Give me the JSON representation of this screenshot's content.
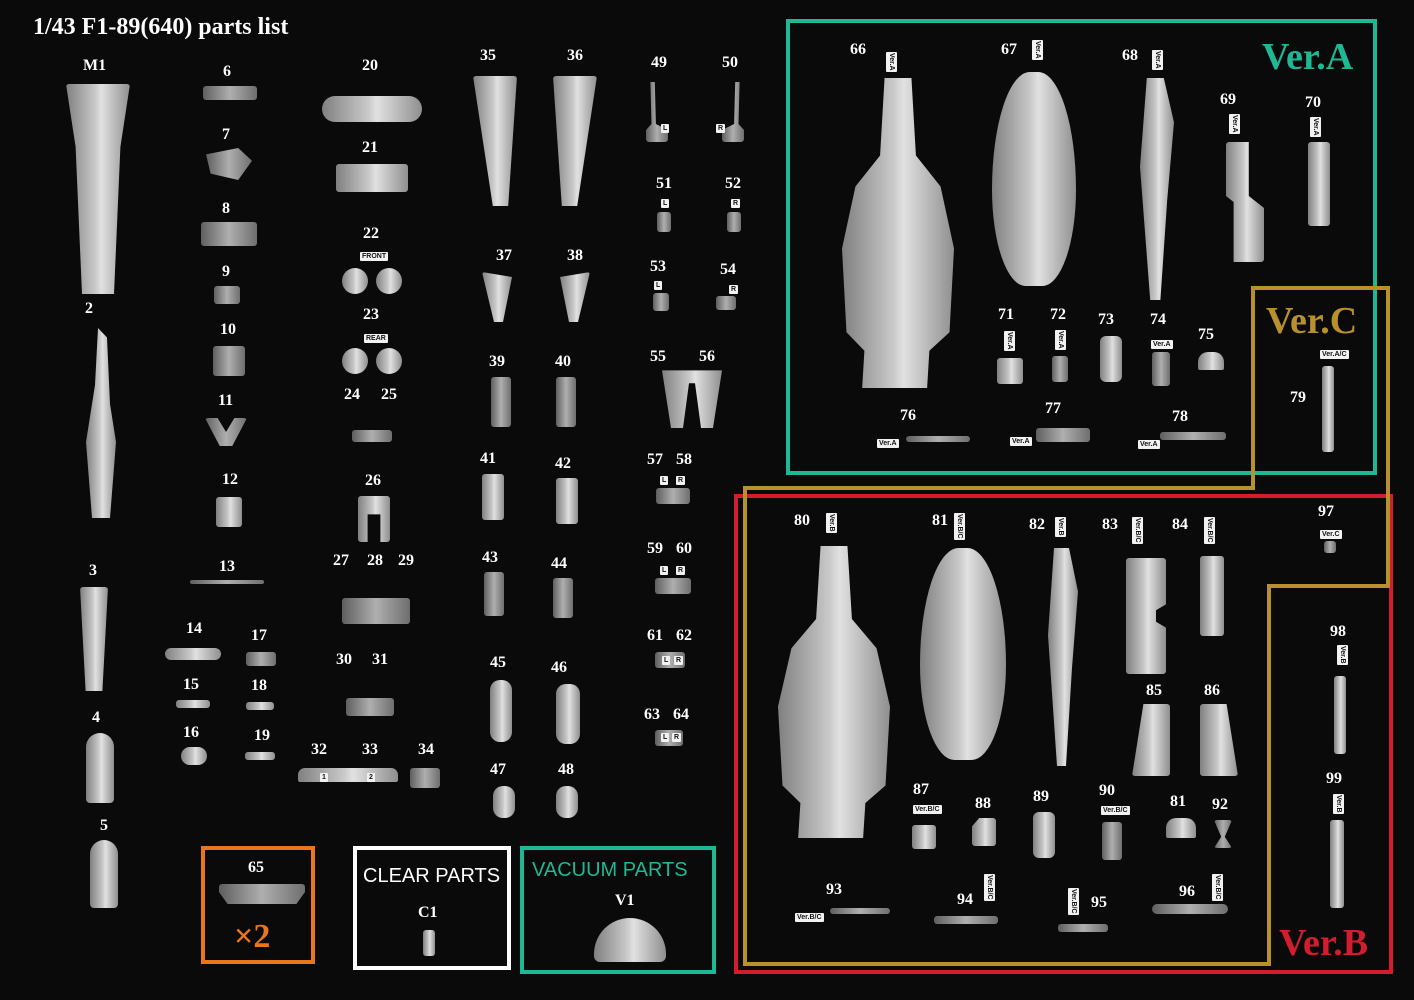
{
  "title": "1/43 F1-89(640)  parts list",
  "colors": {
    "ver_a": "#1fb894",
    "ver_b": "#d21d2e",
    "ver_c": "#b8912c",
    "clear": "#ffffff",
    "vacuum": "#1fb894",
    "x2": "#e8761e"
  },
  "versions": {
    "a": "Ver.A",
    "b": "Ver.B",
    "c": "Ver.C"
  },
  "boxes": {
    "clear_title": "CLEAR PARTS",
    "clear_part": "C1",
    "vacuum_title": "VACUUM PARTS",
    "vacuum_part": "V1",
    "multi_part": "65",
    "multi_count": "×2"
  },
  "part_numbers": {
    "M1": "M1",
    "n2": "2",
    "n3": "3",
    "n4": "4",
    "n5": "5",
    "n6": "6",
    "n7": "7",
    "n8": "8",
    "n9": "9",
    "n10": "10",
    "n11": "11",
    "n12": "12",
    "n13": "13",
    "n14": "14",
    "n15": "15",
    "n16": "16",
    "n17": "17",
    "n18": "18",
    "n19": "19",
    "n20": "20",
    "n21": "21",
    "n22": "22",
    "n23": "23",
    "n24": "24",
    "n25": "25",
    "n26": "26",
    "n27": "27",
    "n28": "28",
    "n29": "29",
    "n30": "30",
    "n31": "31",
    "n32": "32",
    "n33": "33",
    "n34": "34",
    "n35": "35",
    "n36": "36",
    "n37": "37",
    "n38": "38",
    "n39": "39",
    "n40": "40",
    "n41": "41",
    "n42": "42",
    "n43": "43",
    "n44": "44",
    "n45": "45",
    "n46": "46",
    "n47": "47",
    "n48": "48",
    "n49": "49",
    "n50": "50",
    "n51": "51",
    "n52": "52",
    "n53": "53",
    "n54": "54",
    "n55": "55",
    "n56": "56",
    "n57": "57",
    "n58": "58",
    "n59": "59",
    "n60": "60",
    "n61": "61",
    "n62": "62",
    "n63": "63",
    "n64": "64",
    "n66": "66",
    "n67": "67",
    "n68": "68",
    "n69": "69",
    "n70": "70",
    "n71": "71",
    "n72": "72",
    "n73": "73",
    "n74": "74",
    "n75": "75",
    "n76": "76",
    "n77": "77",
    "n78": "78",
    "n79": "79",
    "n80": "80",
    "n81": "81",
    "n82": "82",
    "n83": "83",
    "n84": "84",
    "n85": "85",
    "n86": "86",
    "n87": "87",
    "n88": "88",
    "n89": "89",
    "n90": "90",
    "n81b": "81",
    "n92": "92",
    "n93": "93",
    "n94": "94",
    "n95": "95",
    "n96": "96",
    "n97": "97",
    "n98": "98",
    "n99": "99"
  },
  "part_tags": {
    "front": "FRONT",
    "rear": "REAR",
    "l": "L",
    "r": "R",
    "vera": "Ver.A",
    "verb": "Ver.B",
    "verbc": "Ver.B/C",
    "verac": "Ver.A/C",
    "verc": "Ver.C",
    "one": "1",
    "two": "2"
  }
}
